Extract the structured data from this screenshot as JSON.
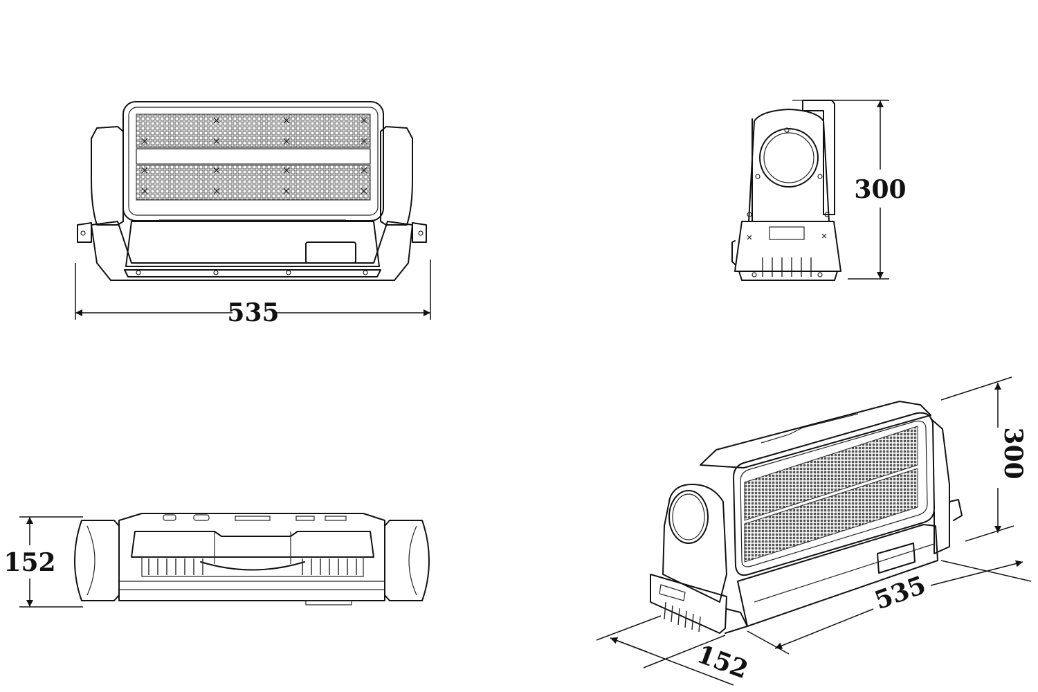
{
  "views": {
    "front": {
      "width_label": "535"
    },
    "side": {
      "height_label": "300"
    },
    "bottom": {
      "depth_label": "152"
    },
    "iso": {
      "height_label": "300",
      "width_label": "535",
      "depth_label": "152"
    }
  }
}
